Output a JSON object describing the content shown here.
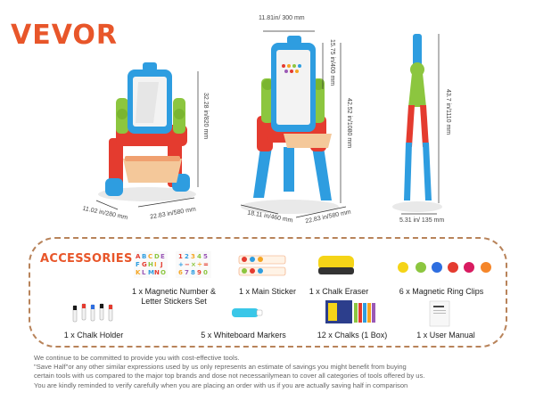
{
  "brand": {
    "logo": "VEVOR",
    "color": "#e8562a"
  },
  "dimensions": {
    "easel1_height": "32.28 in/820 mm",
    "easel1_depth": "11.02 in/280 mm",
    "easel1_width": "22.83 in/580 mm",
    "board_width": "11.81in/ 300 mm",
    "board_height": "15.75 in/400 mm",
    "easel2_height": "42.52 in/1080 mm",
    "easel2_depth": "18.11 in/460 mm",
    "easel2_width": "22.83 in/580 mm",
    "easel3_height": "43.7 in/1110 mm",
    "easel3_depth": "5.31 in/ 135 mm"
  },
  "accessories": {
    "title": "ACCESSORIES",
    "items": [
      {
        "label": "1 x Magnetic Number &\nLetter Stickers Set",
        "icon": "letter-number-stickers-icon"
      },
      {
        "label": "1 x Main Sticker",
        "icon": "main-sticker-icon"
      },
      {
        "label": "1 x Chalk Eraser",
        "icon": "chalk-eraser-icon"
      },
      {
        "label": "6 x Magnetic Ring Clips",
        "icon": "magnetic-clips-icon"
      },
      {
        "label": "1 x Chalk Holder",
        "icon": "chalk-holder-icon"
      },
      {
        "label": "5 x Whiteboard Markers",
        "icon": "markers-icon"
      },
      {
        "label": "12 x Chalks (1 Box)",
        "icon": "chalk-box-icon"
      },
      {
        "label": "1 x User Manual",
        "icon": "user-manual-icon"
      }
    ]
  },
  "footer": {
    "lines": [
      "We continue to be committed to provide you with cost-effective tools.",
      "\"Save Half\"or any other similar expressions used by us only represents an estimate of savings you might benefit from buying",
      "certain tools with us compared to the major top brands and dose not necessarilymean to cover all categories of tools offered by us.",
      "You are kindly reminded to verify carefully when you are placing an order with us if you are actually saving half in comparison"
    ]
  }
}
